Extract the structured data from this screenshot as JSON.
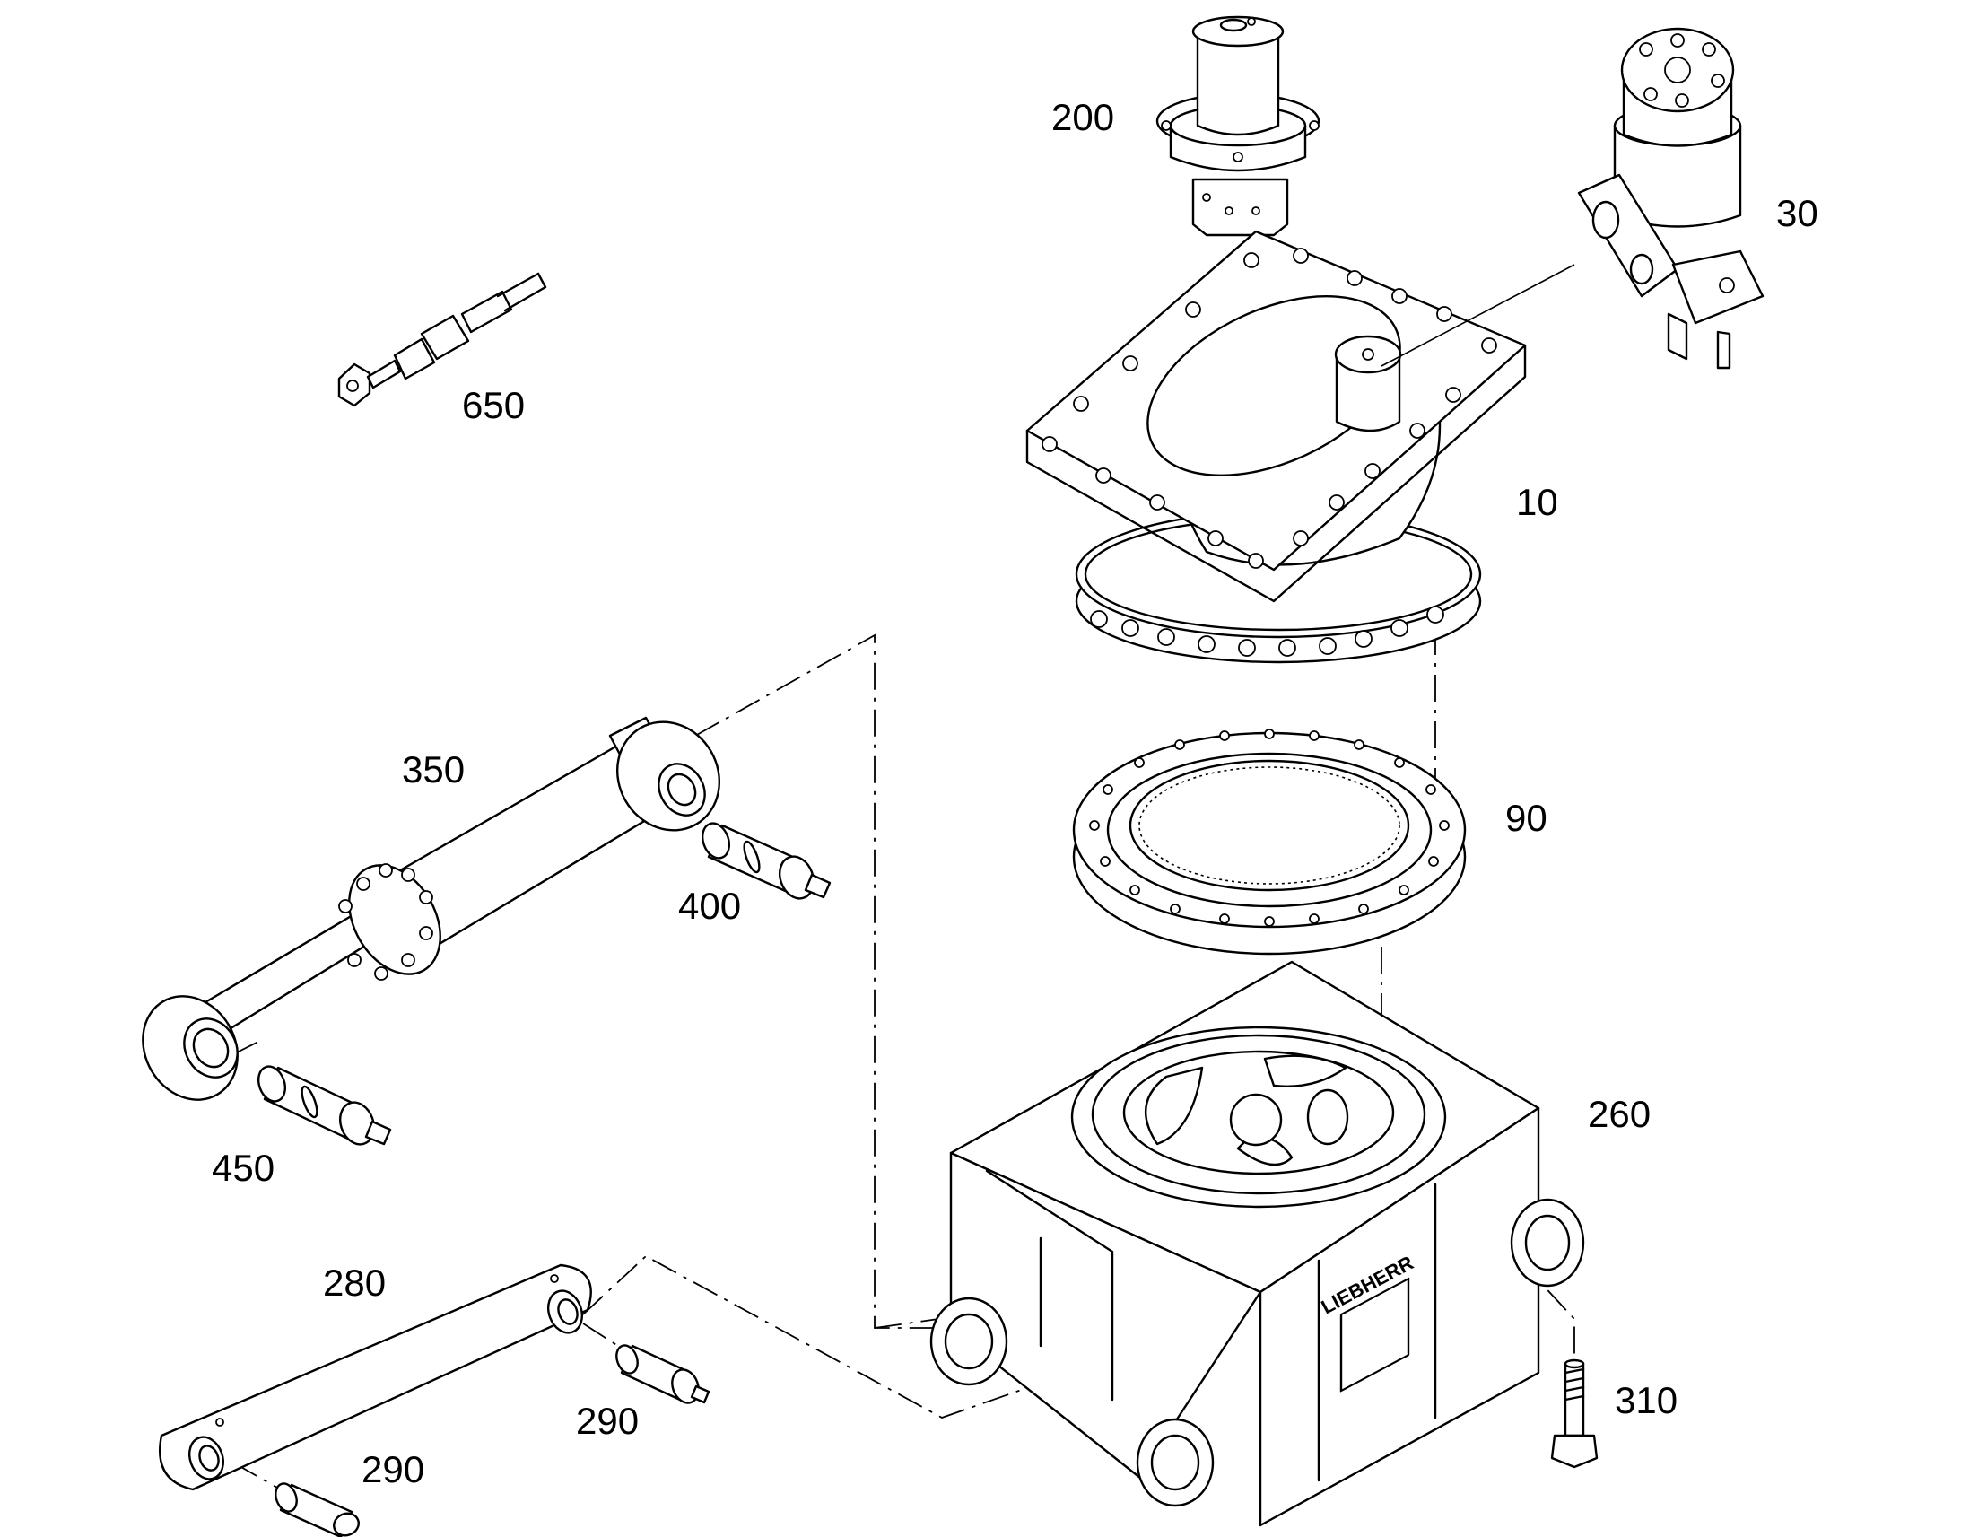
{
  "labels": {
    "p200": "200",
    "p30": "30",
    "p650": "650",
    "p10": "10",
    "p90": "90",
    "p350": "350",
    "p400": "400",
    "p450": "450",
    "p260": "260",
    "p280": "280",
    "p290a": "290",
    "p290b": "290",
    "p310": "310"
  },
  "brand_plate": "LIEBHERR"
}
